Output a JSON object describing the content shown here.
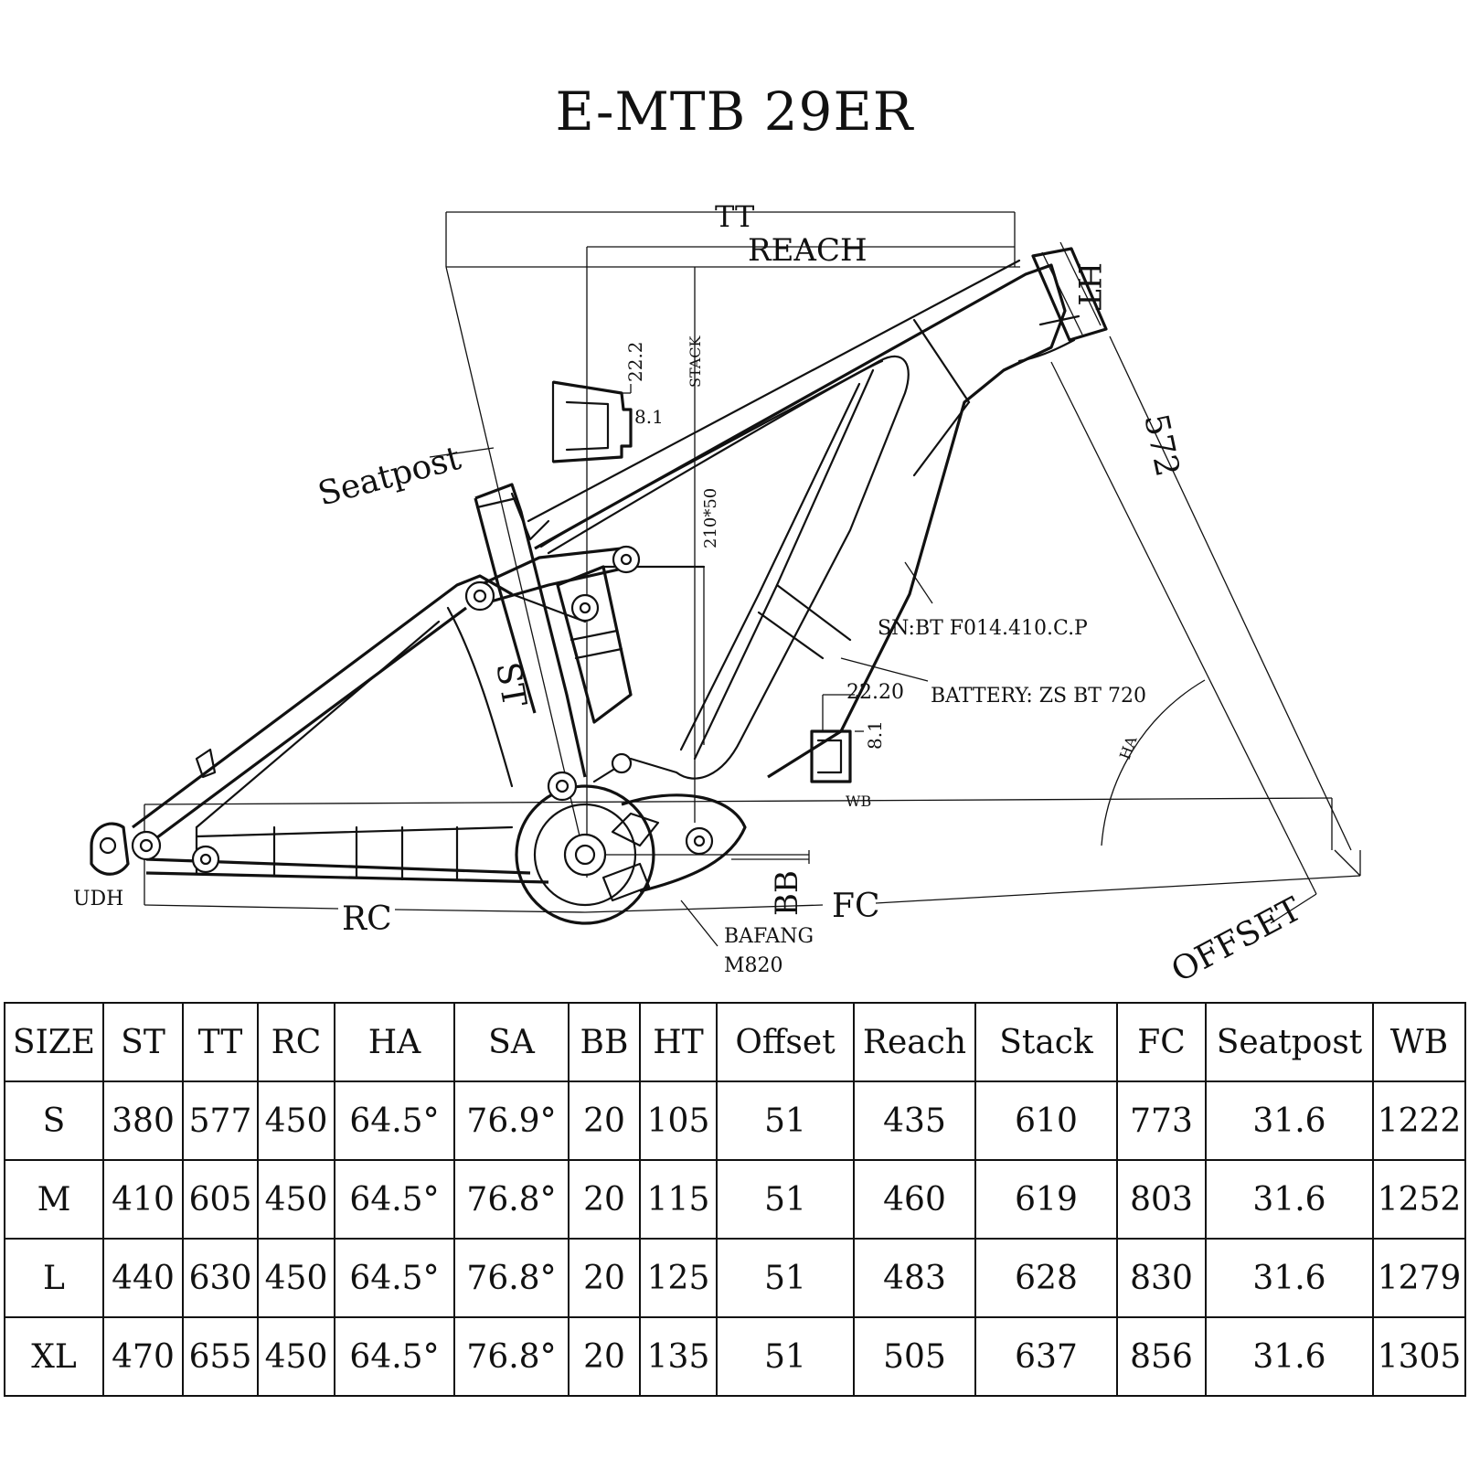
{
  "title": "E-MTB 29ER",
  "diagram_labels": {
    "tt": "TT",
    "reach": "REACH",
    "ht": "HT",
    "fork_length": "572",
    "stack": "STACK",
    "seatpost": "Seatpost",
    "st": "ST",
    "shock_size": "210*50",
    "dim_22_2": "22.2",
    "dim_8_1_top": "8.1",
    "dim_22_20": "22.20",
    "dim_8_1_bottom": "8.1",
    "serial": "SN:BT F014.410.C.P",
    "battery": "BATTERY: ZS BT 720",
    "ha": "HA",
    "wb": "WB",
    "udh": "UDH",
    "rc": "RC",
    "bb": "BB",
    "fc": "FC",
    "motor_line1": "BAFANG",
    "motor_line2": "M820",
    "offset": "OFFSET"
  },
  "table": {
    "headers": [
      "SIZE",
      "ST",
      "TT",
      "RC",
      "HA",
      "SA",
      "BB",
      "HT",
      "Offset",
      "Reach",
      "Stack",
      "FC",
      "Seatpost",
      "WB"
    ],
    "rows": [
      [
        "S",
        "380",
        "577",
        "450",
        "64.5°",
        "76.9°",
        "20",
        "105",
        "51",
        "435",
        "610",
        "773",
        "31.6",
        "1222"
      ],
      [
        "M",
        "410",
        "605",
        "450",
        "64.5°",
        "76.8°",
        "20",
        "115",
        "51",
        "460",
        "619",
        "803",
        "31.6",
        "1252"
      ],
      [
        "L",
        "440",
        "630",
        "450",
        "64.5°",
        "76.8°",
        "20",
        "125",
        "51",
        "483",
        "628",
        "830",
        "31.6",
        "1279"
      ],
      [
        "XL",
        "470",
        "655",
        "450",
        "64.5°",
        "76.8°",
        "20",
        "135",
        "51",
        "505",
        "637",
        "856",
        "31.6",
        "1305"
      ]
    ]
  }
}
